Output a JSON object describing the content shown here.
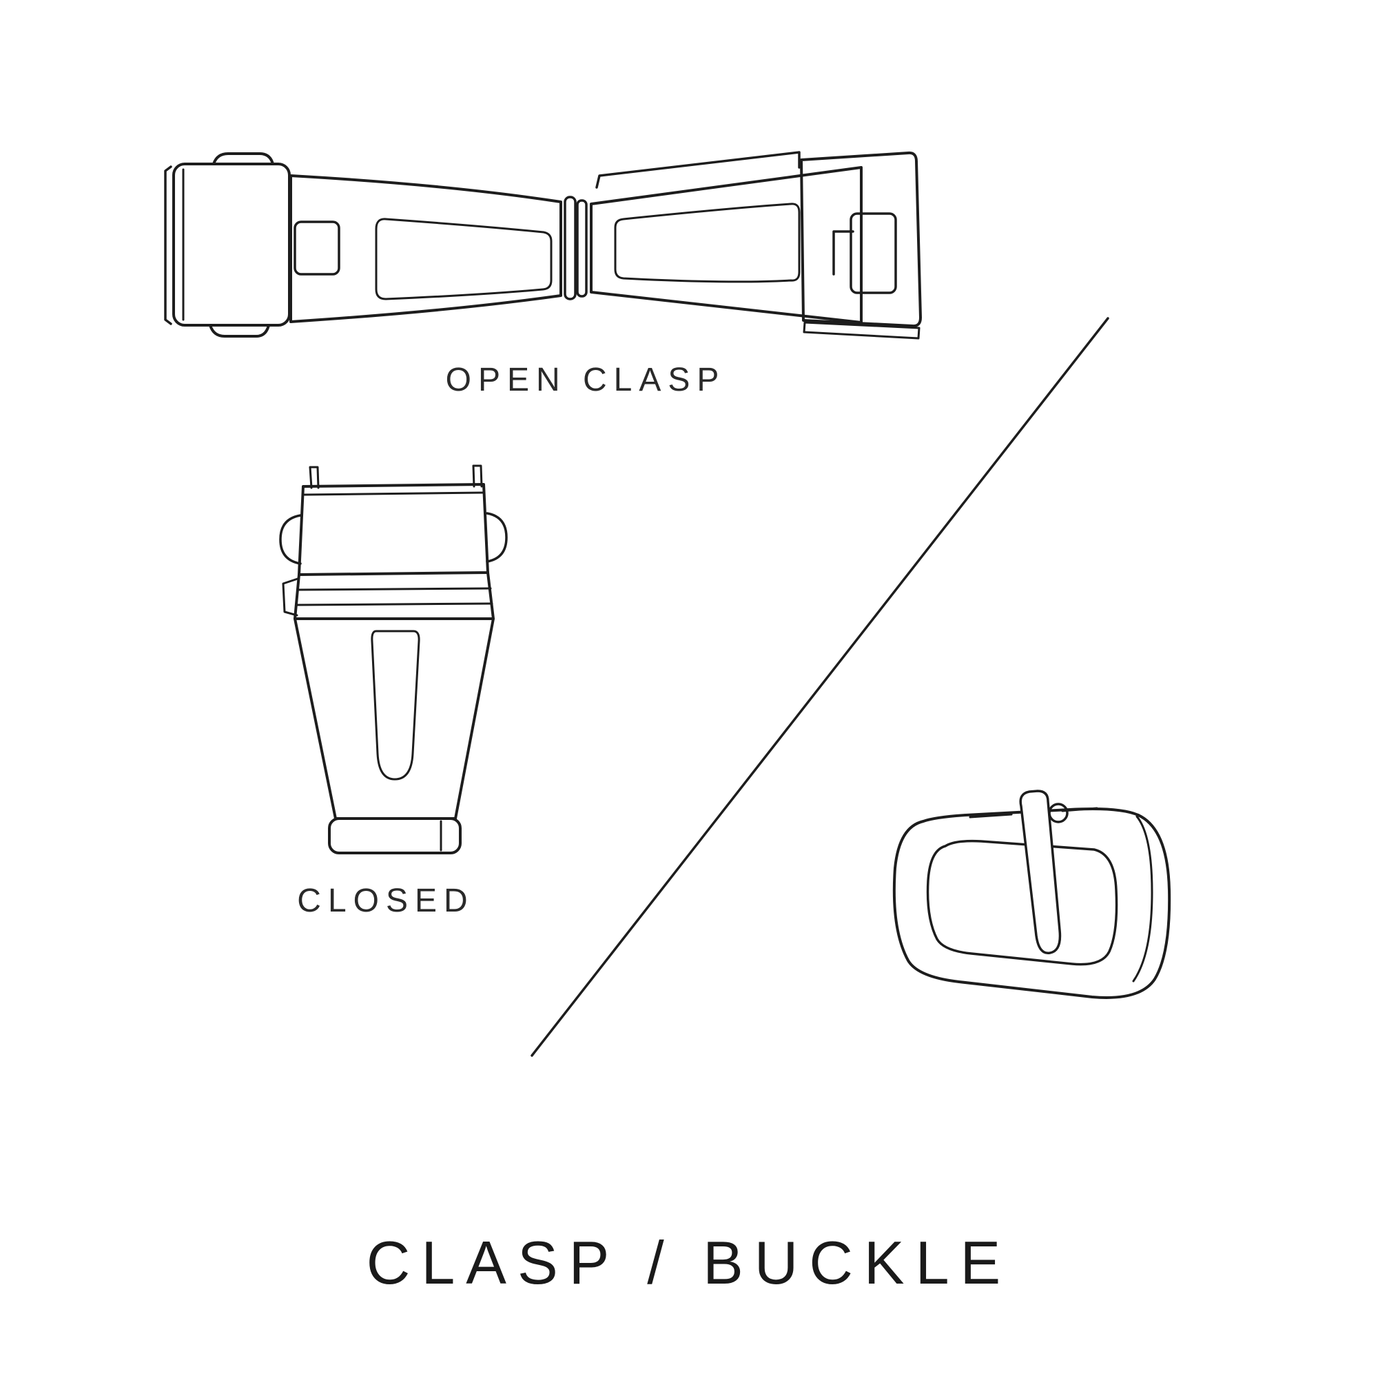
{
  "page": {
    "background_color": "#ffffff",
    "line_color": "#1d1d1d",
    "text_color": "#1c1c1c"
  },
  "diagram": {
    "title": "CLASP / BUCKLE",
    "labels": {
      "open_clasp": "OPEN CLASP",
      "closed": "CLOSED"
    },
    "illustrations": [
      {
        "name": "open-clasp-illustration",
        "caption": "OPEN CLASP"
      },
      {
        "name": "closed-clasp-illustration",
        "caption": "CLOSED"
      },
      {
        "name": "pin-buckle-illustration",
        "caption": ""
      }
    ]
  }
}
